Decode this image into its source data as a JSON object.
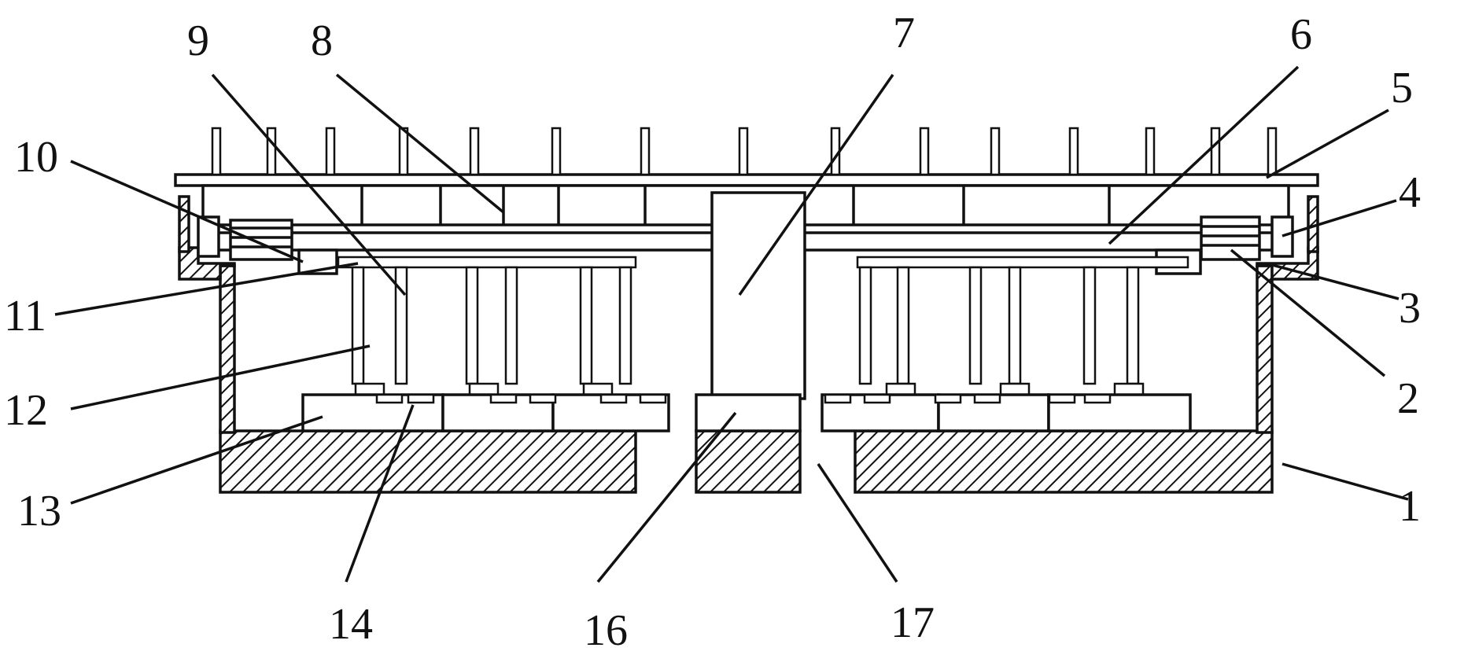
{
  "diagram": {
    "labels": [
      {
        "id": "1",
        "text": "1"
      },
      {
        "id": "2",
        "text": "2"
      },
      {
        "id": "3",
        "text": "3"
      },
      {
        "id": "4",
        "text": "4"
      },
      {
        "id": "5",
        "text": "5"
      },
      {
        "id": "6",
        "text": "6"
      },
      {
        "id": "7",
        "text": "7"
      },
      {
        "id": "8",
        "text": "8"
      },
      {
        "id": "9",
        "text": "9"
      },
      {
        "id": "10",
        "text": "10"
      },
      {
        "id": "11",
        "text": "11"
      },
      {
        "id": "12",
        "text": "12"
      },
      {
        "id": "13",
        "text": "13"
      },
      {
        "id": "14",
        "text": "14"
      },
      {
        "id": "16",
        "text": "16"
      },
      {
        "id": "17",
        "text": "17"
      }
    ]
  }
}
